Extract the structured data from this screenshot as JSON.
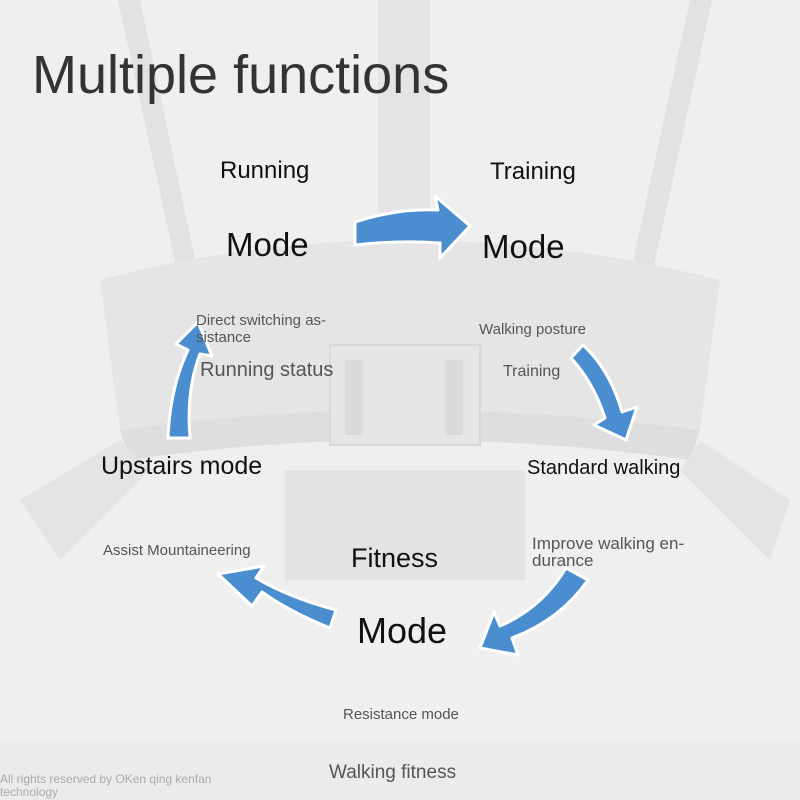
{
  "title": "Multiple functions",
  "modes": {
    "running": {
      "label": "Running",
      "word": "Mode",
      "items": [
        "Direct switching as-sistance",
        "Running status"
      ]
    },
    "training": {
      "label": "Training",
      "word": "Mode",
      "items": [
        "Walking posture",
        "Training"
      ]
    },
    "fitness": {
      "label": "Fitness",
      "word": "Mode",
      "items": [
        "Resistance mode",
        "Walking fitness"
      ]
    }
  },
  "side_labels": {
    "upstairs_mode": "Upstairs mode",
    "assist_mountaineering": "Assist Mountaineering",
    "standard_walking": "Standard walking",
    "improve_walking_endurance": "Improve walking en-durance"
  },
  "footer": "All rights reserved by OKen qing kenfan technology",
  "colors": {
    "arrow": "#4a8ed0",
    "arrow_outline": "#ffffff",
    "background": "#eeeeee"
  }
}
